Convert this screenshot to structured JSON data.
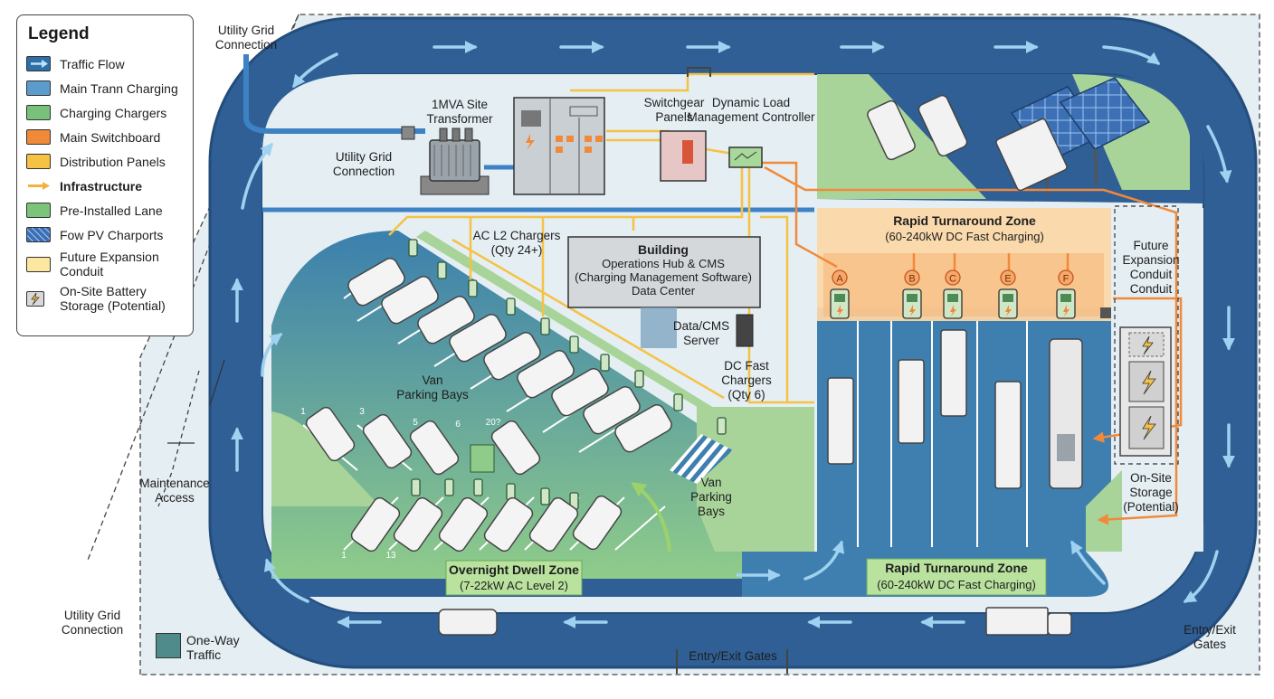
{
  "legend": {
    "title": "Legend",
    "items": [
      {
        "label": "Traffic Flow",
        "icon": "arrow-icon",
        "color": "#2f6fa8"
      },
      {
        "label": "Main Trann Charging",
        "color": "#5b9ccc"
      },
      {
        "label": "Charging Chargers",
        "color": "#78c17a"
      },
      {
        "label": "Main Switchboard",
        "color": "#f08a3a"
      },
      {
        "label": "Distribution Panels",
        "color": "#f5c243"
      },
      {
        "label": "Infrastructure",
        "icon": "arrow-line-icon",
        "color": "#f0b43a"
      },
      {
        "label": "Pre-Installed Lane",
        "color": "#7cc47a"
      },
      {
        "label": "Fow PV Charports",
        "icon": "solar-panel-icon",
        "color": "#3d6fb5"
      },
      {
        "label": "Future Expansion Conduit",
        "color": "#fbe7a0"
      },
      {
        "label": "On-Site Battery Storage (Potential)",
        "icon": "battery-bolt-icon",
        "color": "#d9d9d9"
      }
    ]
  },
  "labels": {
    "grid_top": "Utility Grid Connection",
    "grid_mid": "Utility Grid Connection",
    "grid_bottom": "Utility Grid Connection",
    "transformer": "1MVA Site Transformer",
    "switchgear": "Switchgear Panels",
    "dlm": "Dynamic Load Management Controller",
    "building_title": "Building",
    "building_sub": "Operations Hub & CMS (Charging Management Software) Data Center",
    "server": "Data/CMS Server",
    "ac_chargers": "AC L2 Chargers (Qty 24+)",
    "dc_chargers": "DC Fast Chargers (Qty 6)",
    "van_bays_1": "Van Parking Bays",
    "van_bays_2": "Van Parking Bays",
    "maintenance": "Maintenance Access",
    "future_conduit": "Future Expansion Conduit Conduit",
    "storage": "On-Site Storage (Potential)",
    "entry_exit_bottom": "Entry/Exit Gates",
    "entry_exit_right": "Entry/Exit Gates",
    "one_way": "One-Way Traffic"
  },
  "zones": {
    "rapid_top_title": "Rapid Turnaround Zone",
    "rapid_top_sub": "(60-240kW DC Fast Charging)",
    "rapid_bottom_title": "Rapid Turnaround Zone",
    "rapid_bottom_sub": "(60-240kW DC Fast Charging)",
    "overnight_title": "Overnight Dwell Zone",
    "overnight_sub": "(7-22kW AC Level 2)"
  },
  "charger_markers": [
    "A",
    "B",
    "C",
    "E",
    "F"
  ],
  "bay_numbers": [
    "1",
    "3",
    "5",
    "6",
    "20?",
    "1",
    "13"
  ],
  "colors": {
    "road": "#2f5f95",
    "road_edge": "#244d7c",
    "lot": "#3f7fb0",
    "grass": "#a8d49a",
    "ground": "#e4eef3",
    "conduit": "#f5b83a",
    "orange": "#f08a3a",
    "rapid_zone": "#fbd7a8"
  }
}
